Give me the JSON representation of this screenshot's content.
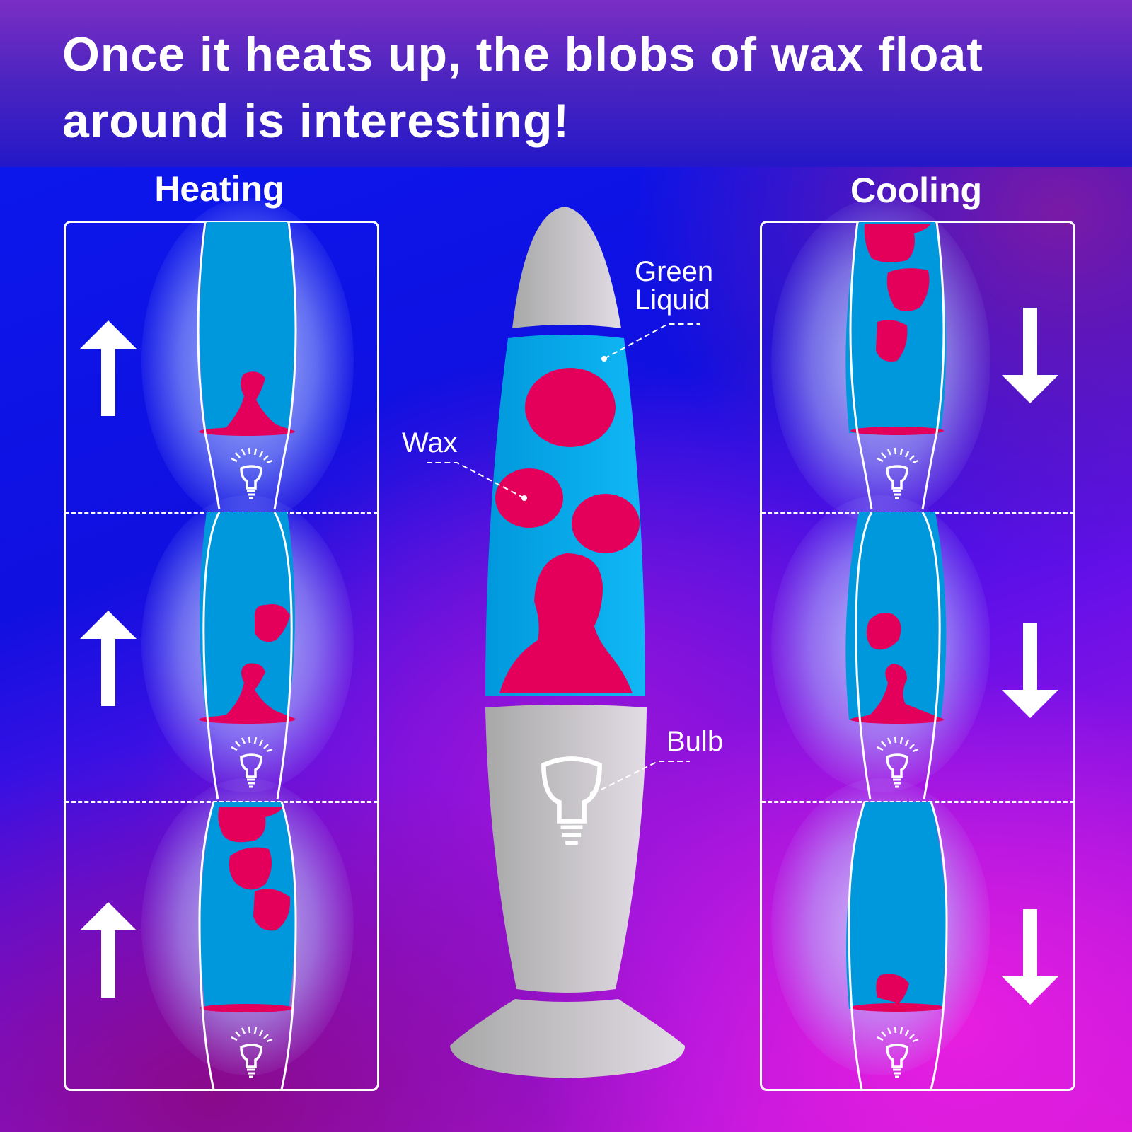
{
  "header": {
    "title_line1": "Once it heats up,  the blobs of wax float",
    "title_line2": "around is interesting!"
  },
  "sections": {
    "heating": {
      "label": "Heating",
      "arrow": "arrow-up-icon",
      "stages": 3
    },
    "cooling": {
      "label": "Cooling",
      "arrow": "arrow-down-icon",
      "stages": 3
    }
  },
  "lamp": {
    "callouts": {
      "liquid_line1": "Green",
      "liquid_line2": "Liquid",
      "wax": "Wax",
      "bulb": "Bulb"
    }
  },
  "colors": {
    "liquid": "#0098dc",
    "wax": "#e4005a",
    "metal": "#c8c6cc",
    "outline": "#ffffff"
  }
}
